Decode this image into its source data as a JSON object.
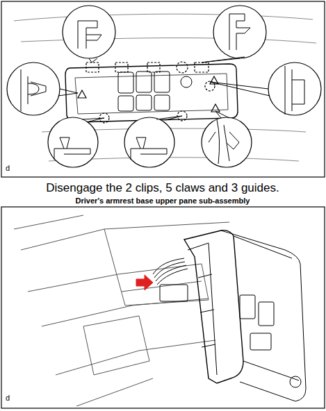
{
  "diagram": {
    "labels": [
      "d",
      "Disengage the 2 clips, 5 claws and 3 guides.",
      "Driver's armrest base upper pane sub-assembly",
      "d"
    ]
  }
}
